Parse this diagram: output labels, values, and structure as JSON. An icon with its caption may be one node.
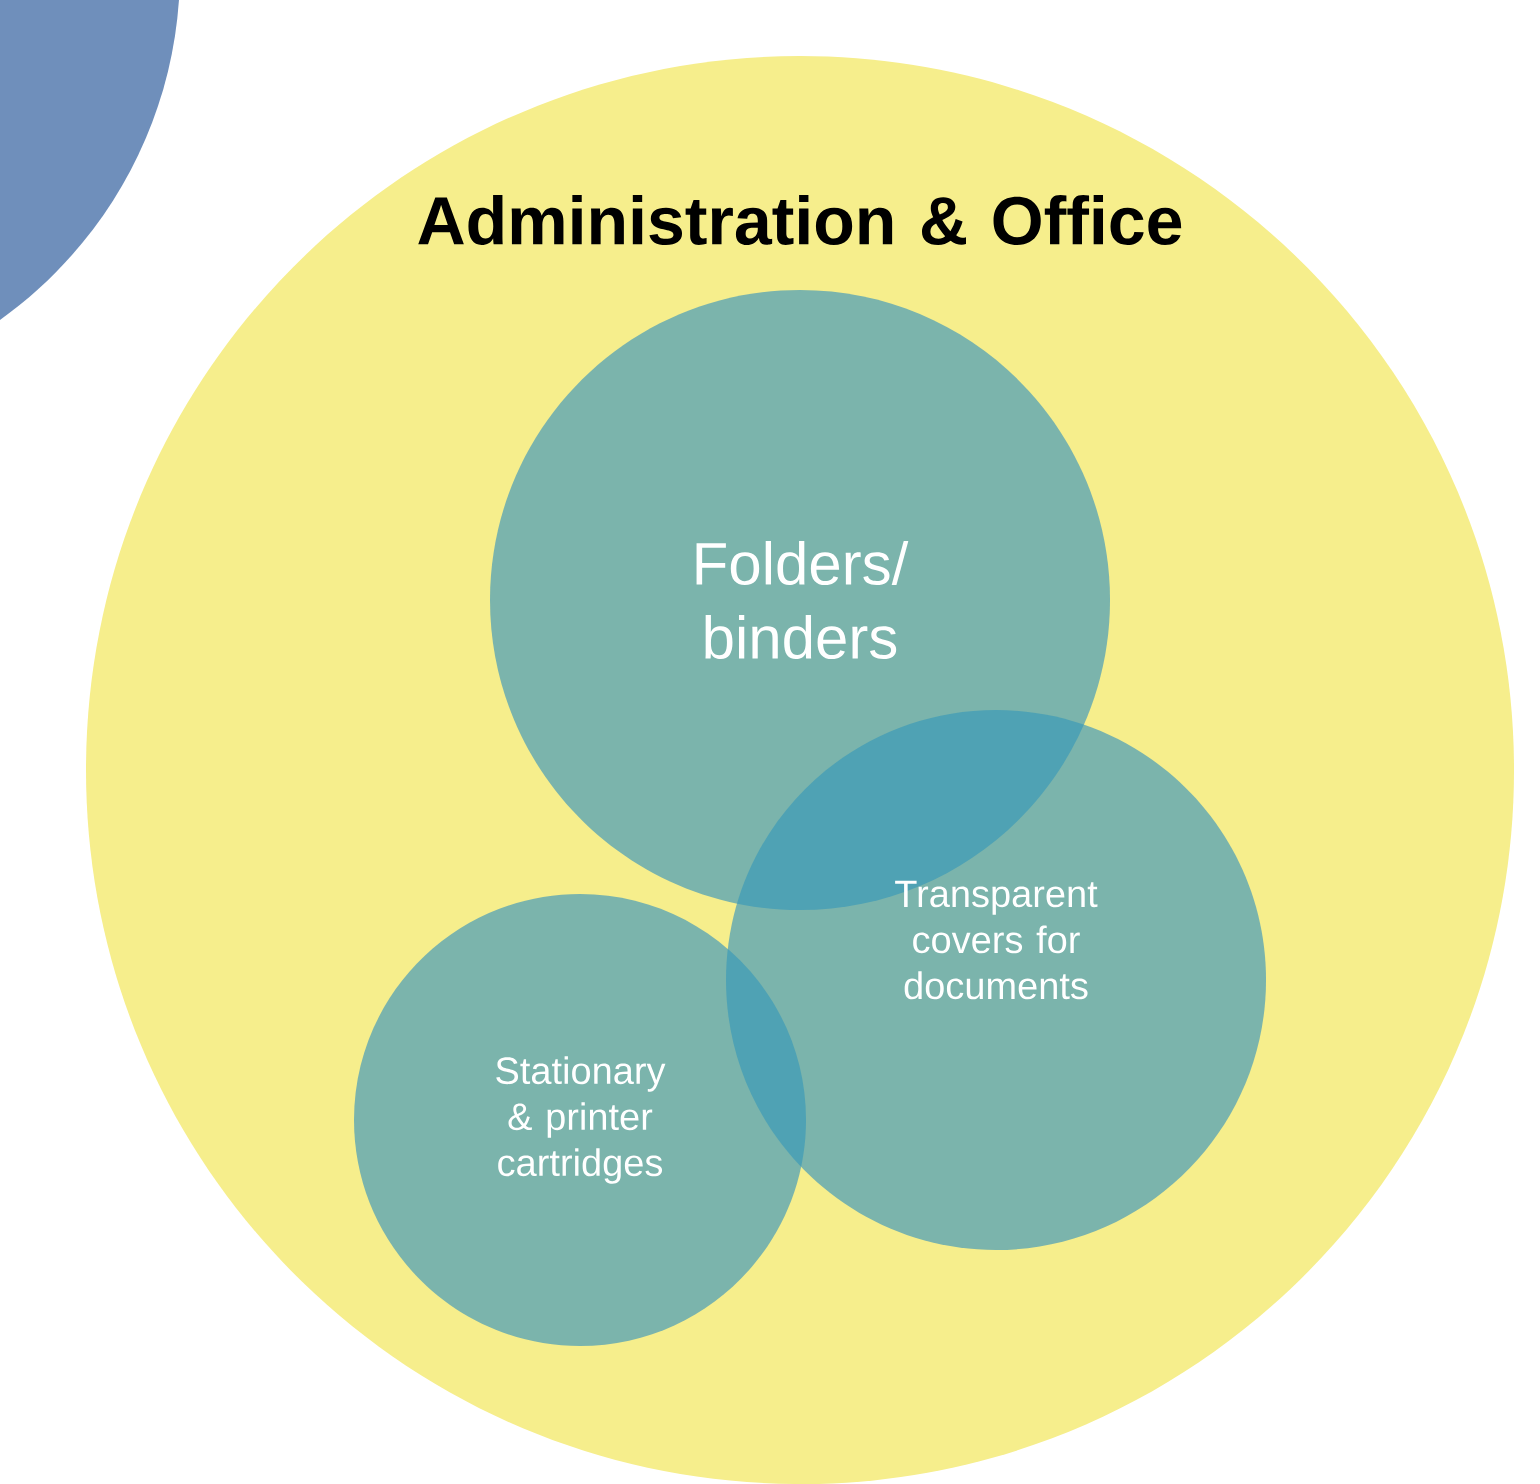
{
  "diagram": {
    "nodes": [
      {
        "text": [
          "Administration & Office"
        ]
      },
      {
        "text": [
          "Folders/ binders"
        ],
        "in": 0
      },
      {
        "text": [
          "Transparent covers for documents"
        ],
        "in": 0
      },
      {
        "text": [
          "Stationary & printer cartridges"
        ],
        "in": 0
      }
    ]
  }
}
